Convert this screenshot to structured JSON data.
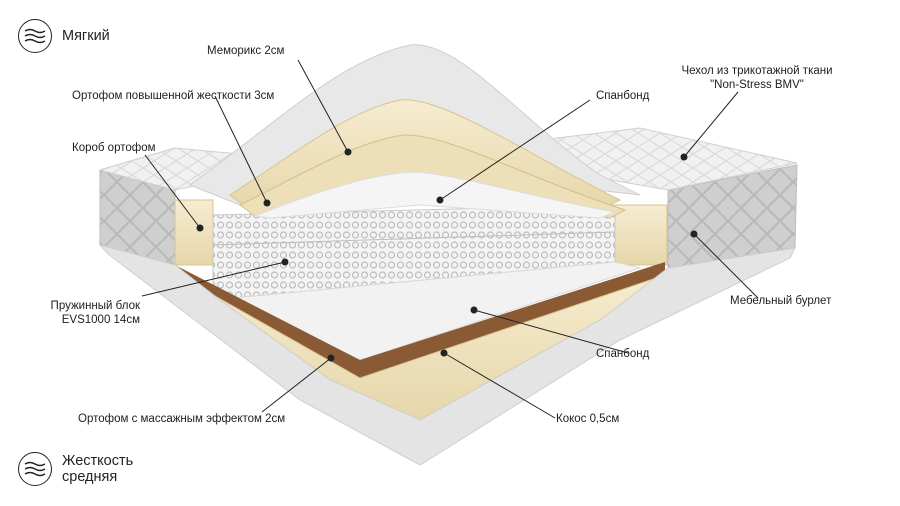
{
  "badges": {
    "top": {
      "text": "Мягкий",
      "icon": "wave-lines-icon"
    },
    "bottom": {
      "line1": "Жесткость",
      "line2": "средняя",
      "icon": "wave-lines-icon"
    }
  },
  "labels": {
    "memory": "Мемориکс 2см",
    "ortofom_hard": "Ортофом повышенной жесткости 3см",
    "box": "Короб ортофом",
    "spunbond_top": "Спанбонд",
    "cover_line1": "Чехол из трикотажной ткани",
    "cover_line2": "\"Non-Stress BMV\"",
    "spring_line1": "Пружинный блок",
    "spring_line2": "EVS1000 14см",
    "border": "Мебельный бурлет",
    "spunbond_bottom": "Спанбонд",
    "massage": "Ортофом с массажным эффектом 2см",
    "coconut": "Кокос 0,5см"
  },
  "colors": {
    "foam": "#efe2bd",
    "coconut": "#8a5a35",
    "fabric": "#d9d9d9",
    "spunbond": "#f3f3f3"
  }
}
